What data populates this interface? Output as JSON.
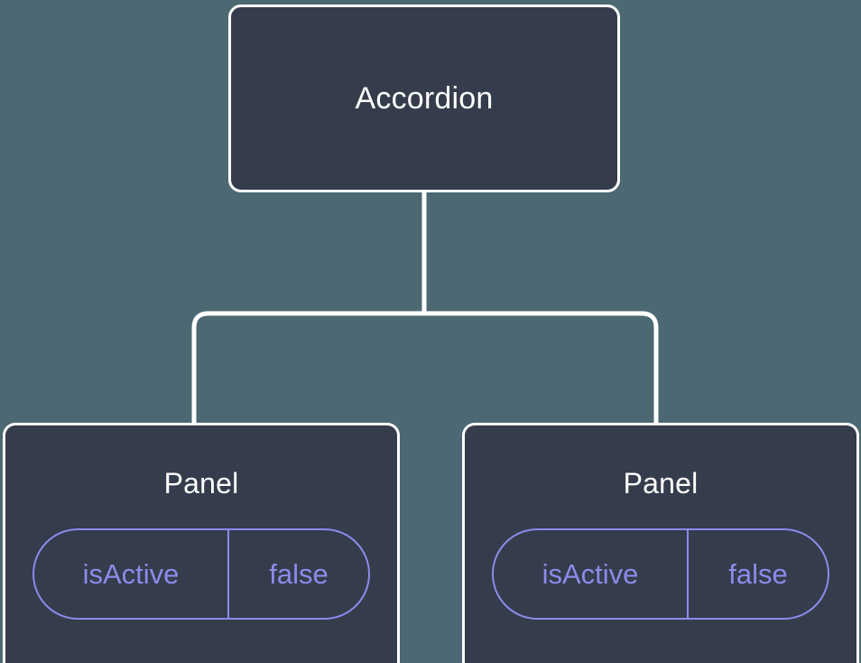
{
  "diagram": {
    "type": "component-tree",
    "background_color": "#4c6872",
    "node_fill_color": "#353c4b",
    "node_border_color": "#ffffff",
    "edge_color": "#ffffff",
    "prop_color": "#8b8bec",
    "root": {
      "label": "Accordion"
    },
    "children": [
      {
        "label": "Panel",
        "prop": {
          "key": "isActive",
          "value": "false"
        }
      },
      {
        "label": "Panel",
        "prop": {
          "key": "isActive",
          "value": "false"
        }
      }
    ]
  }
}
